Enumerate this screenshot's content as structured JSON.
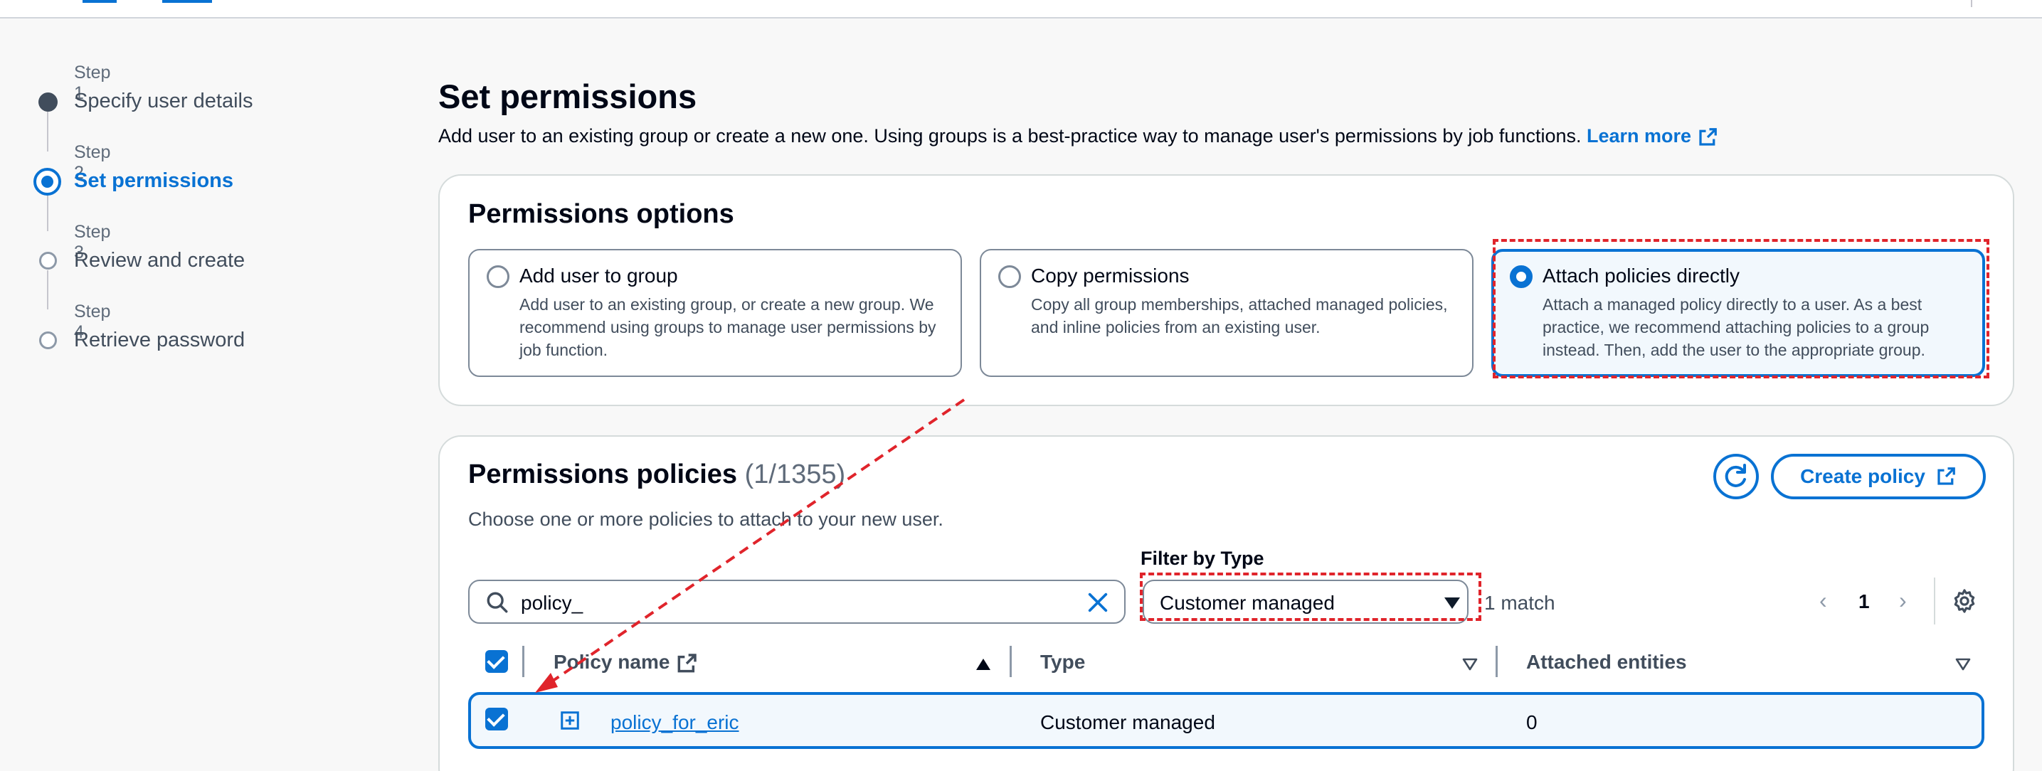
{
  "steps": [
    {
      "label": "Step 1",
      "title": "Specify user details",
      "state": "done"
    },
    {
      "label": "Step 2",
      "title": "Set permissions",
      "state": "active"
    },
    {
      "label": "Step 3",
      "title": "Review and create",
      "state": "todo"
    },
    {
      "label": "Step 4",
      "title": "Retrieve password",
      "state": "todo"
    }
  ],
  "header": {
    "title": "Set permissions",
    "description": "Add user to an existing group or create a new one. Using groups is a best-practice way to manage user's permissions by job functions.",
    "learn_more": "Learn more"
  },
  "permissions_options": {
    "title": "Permissions options",
    "options": [
      {
        "title": "Add user to group",
        "description": "Add user to an existing group, or create a new group. We recommend using groups to manage user permissions by job function.",
        "selected": false
      },
      {
        "title": "Copy permissions",
        "description": "Copy all group memberships, attached managed policies, and inline policies from an existing user.",
        "selected": false
      },
      {
        "title": "Attach policies directly",
        "description": "Attach a managed policy directly to a user. As a best practice, we recommend attaching policies to a group instead. Then, add the user to the appropriate group.",
        "selected": true
      }
    ]
  },
  "permissions_policies": {
    "title": "Permissions policies",
    "count": "(1/1355)",
    "subtitle": "Choose one or more policies to attach to your new user.",
    "create_policy": "Create policy",
    "search_value": "policy_",
    "filter_label": "Filter by Type",
    "filter_value": "Customer managed",
    "match_text": "1 match",
    "page": "1",
    "columns": [
      "Policy name",
      "Type",
      "Attached entities"
    ],
    "rows": [
      {
        "name": "policy_for_eric",
        "type": "Customer managed",
        "attached": "0",
        "selected": true
      }
    ]
  },
  "colors": {
    "accent": "#0972d3",
    "annotation": "#e0242b"
  }
}
